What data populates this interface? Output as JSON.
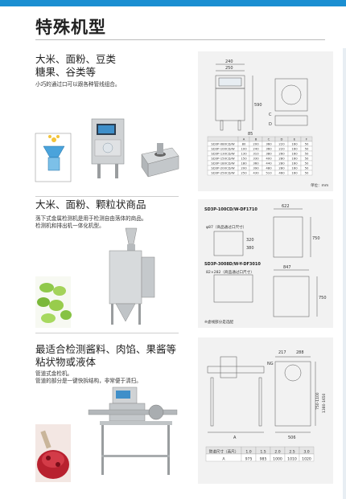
{
  "page": {
    "title": "特殊机型"
  },
  "sections": [
    {
      "heading_line1": "大米、面粉、豆类",
      "heading_line2": "糖果、谷类等",
      "description": "小巧的通过口可以跟各种管线组合。"
    },
    {
      "heading_line1": "大米、面粉、颗粒状商品",
      "desc_line1": "落下式金属检测机是用于检测自由落体的商品。",
      "desc_line2": "检测机和排出机一体化机型。"
    },
    {
      "heading_line1": "最适合检测酱料、肉馅、果酱等",
      "heading_line2": "粘状物或液体",
      "desc_line1": "管道式金检机。",
      "desc_line2": "管道的部分是一键快拆结构，非常便于清扫。"
    }
  ],
  "panel1": {
    "dims": {
      "d_240": "240",
      "d_250": "250",
      "d_85": "85",
      "d_590": "590"
    },
    "corner_labels": {
      "c": "C",
      "d": "D"
    },
    "table_headers": [
      "",
      "A",
      "B",
      "C",
      "D",
      "E",
      "F"
    ],
    "table_rows": [
      [
        "SD3P-080CD/W",
        "80",
        "200",
        "360",
        "220",
        "160",
        "50"
      ],
      [
        "SD3P-100CD/W",
        "100",
        "240",
        "360",
        "220",
        "160",
        "50"
      ],
      [
        "SD3P-130CD/W",
        "130",
        "310",
        "380",
        "260",
        "160",
        "50"
      ],
      [
        "SD3P-150CD/W",
        "150",
        "330",
        "400",
        "280",
        "160",
        "50"
      ],
      [
        "SD3P-180CD/W",
        "180",
        "360",
        "440",
        "280",
        "160",
        "50"
      ],
      [
        "SD3P-200CD/W",
        "200",
        "390",
        "480",
        "280",
        "160",
        "50"
      ],
      [
        "SD3P-250CD/W",
        "250",
        "430",
        "510",
        "460",
        "160",
        "50"
      ]
    ],
    "unit_note": "单位：mm"
  },
  "panel2": {
    "model1": "SD3P-100CD/W-DF1710",
    "opening1": "φ87（商品通过口尺寸）",
    "d_622": "622",
    "d_750a": "750",
    "d_320": "320",
    "d_380": "380",
    "model2": "SD3P-3008D/W-Y-DF3010",
    "opening2": "82×282（商品通过口尺寸）",
    "d_847": "847",
    "d_750b": "750",
    "note": "※虚线部分是选配"
  },
  "panel3": {
    "d_217": "217",
    "d_288": "288",
    "d_ng": "NG",
    "d_750_1100": "750-1100",
    "d_1380_1650": "1380-1650",
    "d_a": "A",
    "d_506": "506",
    "table_headers": [
      "管道尺寸（英尺）",
      "1.0",
      "1.5",
      "2.0",
      "2.5",
      "3.0"
    ],
    "table_row": [
      "A",
      "975",
      "985",
      "1000",
      "1010",
      "1020"
    ]
  },
  "colors": {
    "accent": "#1b8fd2",
    "panel_bg": "#f2f2f2"
  }
}
